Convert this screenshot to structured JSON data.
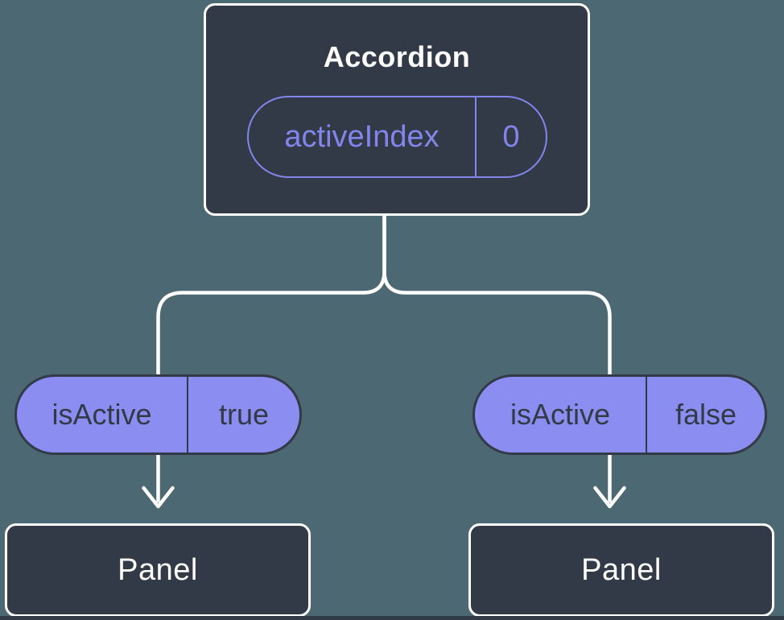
{
  "colors": {
    "bg": "#4c6872",
    "node": "#333a47",
    "white": "#ffffff",
    "accent": "#8286ec",
    "pillfill": "#8b8ef0"
  },
  "diagram": {
    "type": "component-state-tree",
    "root": {
      "title": "Accordion",
      "state": {
        "name": "activeIndex",
        "value": "0"
      }
    },
    "children": [
      {
        "prop": {
          "name": "isActive",
          "value": "true"
        },
        "label": "Panel"
      },
      {
        "prop": {
          "name": "isActive",
          "value": "false"
        },
        "label": "Panel"
      }
    ]
  }
}
